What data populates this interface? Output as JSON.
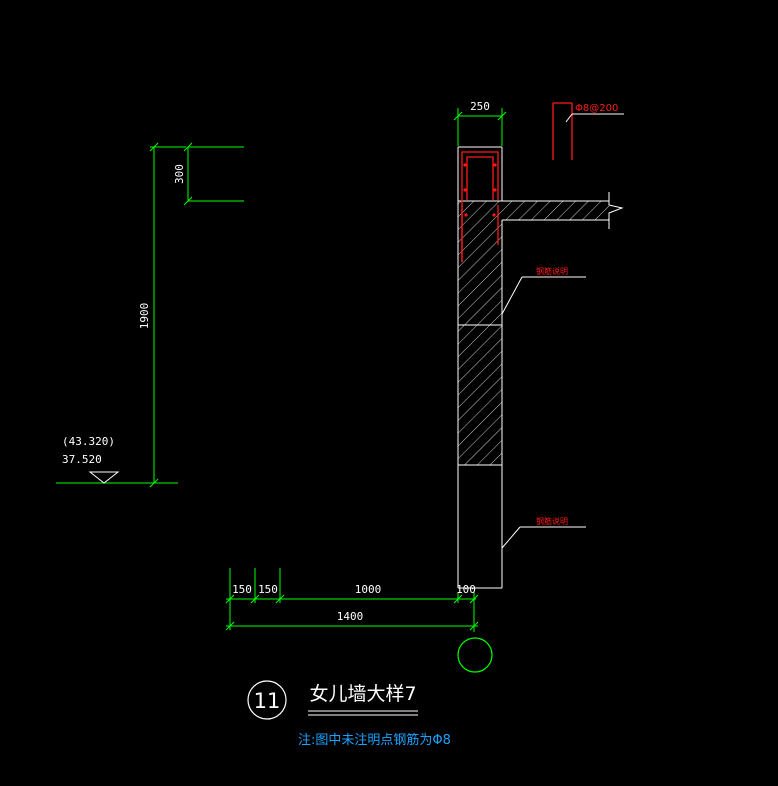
{
  "colors": {
    "background": "#000000",
    "dimension": "#00ff00",
    "outline": "#ffffff",
    "rebar": "#ff1a1a",
    "note": "#19a3ff"
  },
  "dimensions": {
    "wall_width": "250",
    "top_segment": "300",
    "total_height": "1900",
    "d150a": "150",
    "d150b": "150",
    "d1000": "1000",
    "d100": "100",
    "d1400": "1400"
  },
  "elevations": {
    "upper": "(43.320)",
    "lower": "37.520"
  },
  "rebar": {
    "spec": "Φ8@200",
    "leader_1": "钢筋说明",
    "leader_2": "钢筋说明"
  },
  "title": {
    "number": "11",
    "text": "女儿墙大样7",
    "note": "注:图中未注明点钢筋为Φ8"
  },
  "icons": {
    "axis_bubble": "circle-icon",
    "break_line": "break-line-icon",
    "elevation_marker": "triangle-icon"
  }
}
